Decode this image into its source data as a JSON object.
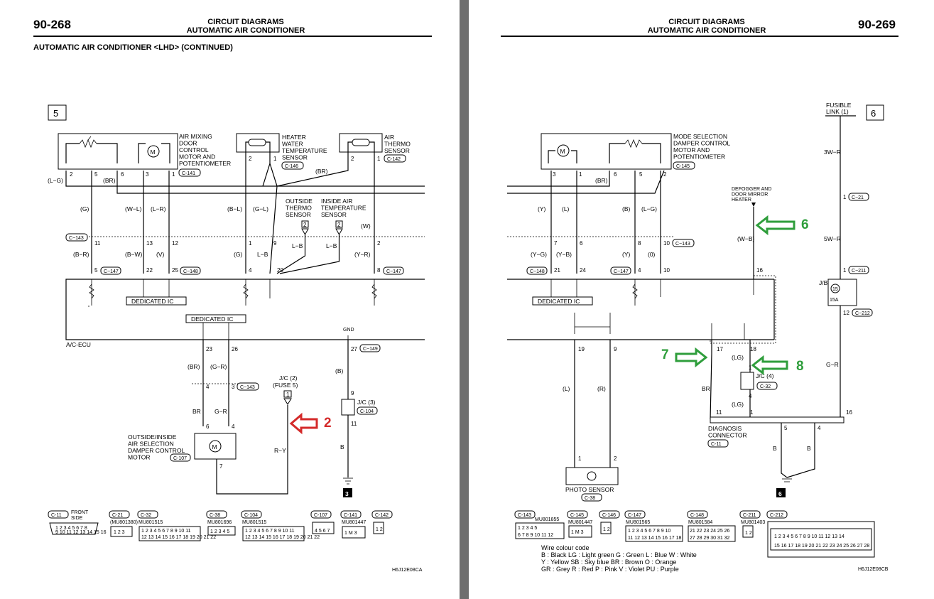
{
  "left": {
    "page_number": "90-268",
    "header_title": "CIRCUIT DIAGRAMS",
    "header_subtitle": "AUTOMATIC AIR CONDITIONER",
    "section_title": "AUTOMATIC AIR CONDITIONER <LHD> (CONTINUED)",
    "sheet_number": "5",
    "components": {
      "air_mixing": "AIR MIXING\nDOOR\nCONTROL\nMOTOR AND\nPOTENTIOMETER",
      "air_mixing_conn": "C-141",
      "heater_water": "HEATER\nWATER\nTEMPERATURE\nSENSOR",
      "heater_water_conn": "C-146",
      "air_thermo": "AIR\nTHERMO\nSENSOR",
      "air_thermo_conn": "C-142",
      "outside_thermo": "OUTSIDE\nTHERMO\nSENSOR",
      "inside_air": "INSIDE AIR\nTEMPERATURE\nSENSOR",
      "dedicated_ic_1": "DEDICATED IC",
      "dedicated_ic_2": "DEDICATED IC",
      "ecu": "A/C-ECU",
      "gnd": "GND",
      "damper": "OUTSIDE/INSIDE\nAIR SELECTION\nDAMPER CONTROL\nMOTOR",
      "damper_conn": "C-107",
      "jc2": "J/C (2)",
      "fuse5": "(FUSE 5)",
      "jc3": "J/C (3)",
      "jc3_conn": "C-104",
      "ground_no": "3"
    },
    "connectors": [
      "C-143",
      "C-147",
      "C-148",
      "C-143",
      "C-149",
      "C-147"
    ],
    "wires": [
      "(L-G)",
      "(BR)",
      "(G)",
      "(W-L)",
      "(L-R)",
      "(B-L)",
      "(G-L)",
      "(BR)",
      "(W)",
      "(B-R)",
      "(B-W)",
      "(V)",
      "(G)",
      "L-B",
      "L-B",
      "(Y-R)",
      "(BR)",
      "(G-R)",
      "BR",
      "G-R",
      "R-Y",
      "(B)",
      "B"
    ],
    "footer_connectors": [
      "C-11",
      "C-21",
      "C-32",
      "C-38",
      "C-104",
      "C-107",
      "C-141",
      "C-142"
    ],
    "footer_note": "FRONT\nSIDE",
    "footer_parts": [
      "(MU801380)",
      "MU801515",
      "MU801696",
      "MU801515",
      "MU801447"
    ],
    "figure_code": "H6J12E08CA",
    "annotation": "2"
  },
  "right": {
    "page_number": "90-269",
    "header_title": "CIRCUIT DIAGRAMS",
    "header_subtitle": "AUTOMATIC AIR CONDITIONER",
    "sheet_number": "6",
    "components": {
      "mode_selection": "MODE SELECTION\nDAMPER CONTROL\nMOTOR AND\nPOTENTIOMETER",
      "mode_selection_conn": "C-145",
      "fusible_link": "FUSIBLE\nLINK (1)",
      "defogger": "DEFOGGER AND\nDOOR MIRROR\nHEATER",
      "dedicated_ic": "DEDICATED IC",
      "jb": "J/B",
      "fuse_no": "15",
      "fuse_amp": "15A",
      "jc4": "J/C (4)",
      "jc4_conn": "C-32",
      "diag": "DIAGNOSIS\nCONNECTOR",
      "diag_conn": "C-11",
      "photo": "PHOTO SENSOR",
      "photo_conn": "C-38",
      "ground_no": "6"
    },
    "connectors": [
      "C-21",
      "C-143",
      "C-211",
      "C-148",
      "C-147",
      "C-212"
    ],
    "wires": [
      "3W-R",
      "5W-R",
      "(Y)",
      "(L)",
      "(BR)",
      "(B)",
      "(L-G)",
      "(W-B)",
      "(Y-G)",
      "(Y-B)",
      "(Y)",
      "(0)",
      "(L)",
      "(R)",
      "(LG)",
      "(LG)",
      "BR",
      "G-R",
      "B",
      "B"
    ],
    "footer_connectors": [
      "C-143",
      "C-145",
      "C-146",
      "C-147",
      "C-148",
      "C-211",
      "C-212"
    ],
    "footer_parts": [
      "MU801855",
      "MU801447",
      "MU801565",
      "MU801584",
      "MU801403"
    ],
    "wire_colour_title": "Wire colour code",
    "wire_colour_lines": [
      "B : Black    LG : Light green    G : Green    L : Blue    W : White",
      "Y : Yellow    SB : Sky blue    BR : Brown    O : Orange",
      "GR : Grey    R : Red    P : Pink    V : Violet    PU : Purple"
    ],
    "figure_code": "H6J12E08CB",
    "annotations": [
      "6",
      "7",
      "8"
    ]
  },
  "colors": {
    "annotation_red": "#d42a2a",
    "annotation_green": "#2f9e3c",
    "ink": "#000000",
    "paper": "#ffffff"
  }
}
